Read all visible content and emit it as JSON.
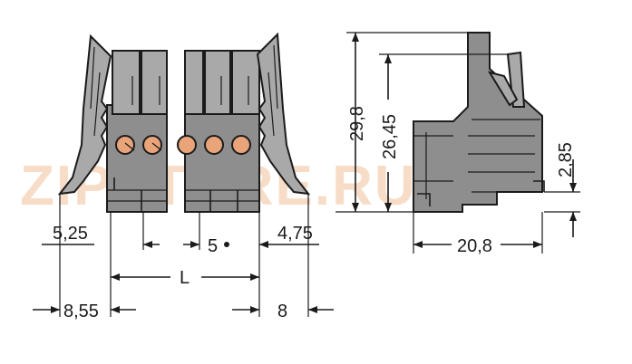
{
  "watermark": {
    "text": "ZIPSTORE.RU"
  },
  "dimensions": {
    "left_offset": "5,25",
    "pitch": "5",
    "right_offset": "4,75",
    "length": "L",
    "left_overall": "8,55",
    "right_overall": "8",
    "height_total": "29,8",
    "height_inner": "26,45",
    "depth": "20,8",
    "latch_height": "2,85"
  },
  "colors": {
    "housing": "#8e8e8e",
    "pin": "#e9a47a",
    "watermark": "#f1c39a"
  }
}
